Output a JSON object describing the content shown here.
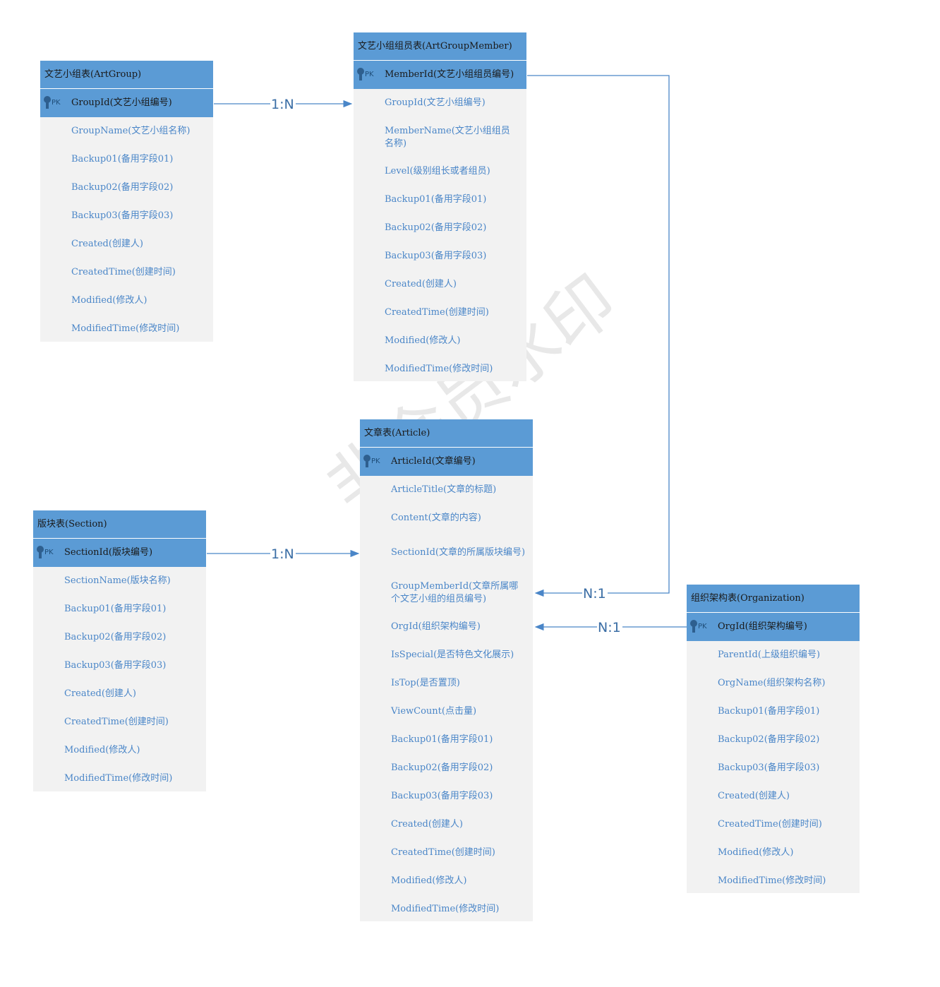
{
  "colors": {
    "header": "#5b9bd5",
    "body": "#f2f2f2",
    "field_text": "#4a86c8",
    "connector": "#4a86c8"
  },
  "watermark": "非会员水印",
  "pk_tag": "PK",
  "relations": {
    "r1": "1:N",
    "r2": "1:N",
    "r3": "N:1",
    "r4": "N:1"
  },
  "entities": {
    "artgroup": {
      "title": "文艺小组表(ArtGroup)",
      "pk": "GroupId(文艺小组编号)",
      "fields": [
        "GroupName(文艺小组名称)",
        "Backup01(备用字段01)",
        "Backup02(备用字段02)",
        "Backup03(备用字段03)",
        "Created(创建人)",
        "CreatedTime(创建时间)",
        "Modified(修改人)",
        "ModifiedTime(修改时间)"
      ]
    },
    "member": {
      "title": "文艺小组组员表(ArtGroupMember)",
      "pk": "MemberId(文艺小组组员编号)",
      "fields": [
        "GroupId(文艺小组编号)",
        "MemberName(文艺小组组员名称)",
        "Level(级别组长或者组员)",
        "Backup01(备用字段01)",
        "Backup02(备用字段02)",
        "Backup03(备用字段03)",
        "Created(创建人)",
        "CreatedTime(创建时间)",
        "Modified(修改人)",
        "ModifiedTime(修改时间)"
      ]
    },
    "article": {
      "title": "文章表(Article)",
      "pk": "ArticleId(文章编号)",
      "fields": [
        "ArticleTitle(文章的标题)",
        "Content(文章的内容)",
        "SectionId(文章的所属版块编号)",
        "GroupMemberId(文章所属哪个文艺小组的组员编号)",
        "OrgId(组织架构编号)",
        "IsSpecial(是否特色文化展示)",
        "IsTop(是否置顶)",
        "ViewCount(点击量)",
        "Backup01(备用字段01)",
        "Backup02(备用字段02)",
        "Backup03(备用字段03)",
        "Created(创建人)",
        "CreatedTime(创建时间)",
        "Modified(修改人)",
        "ModifiedTime(修改时间)"
      ]
    },
    "section": {
      "title": "版块表(Section)",
      "pk": "SectionId(版块编号)",
      "fields": [
        "SectionName(版块名称)",
        "Backup01(备用字段01)",
        "Backup02(备用字段02)",
        "Backup03(备用字段03)",
        "Created(创建人)",
        "CreatedTime(创建时间)",
        "Modified(修改人)",
        "ModifiedTime(修改时间)"
      ]
    },
    "org": {
      "title": "组织架构表(Organization)",
      "pk": "OrgId(组织架构编号)",
      "fields": [
        "ParentId(上级组织编号)",
        "OrgName(组织架构名称)",
        "Backup01(备用字段01)",
        "Backup02(备用字段02)",
        "Backup03(备用字段03)",
        "Created(创建人)",
        "CreatedTime(创建时间)",
        "Modified(修改人)",
        "ModifiedTime(修改时间)"
      ]
    }
  }
}
